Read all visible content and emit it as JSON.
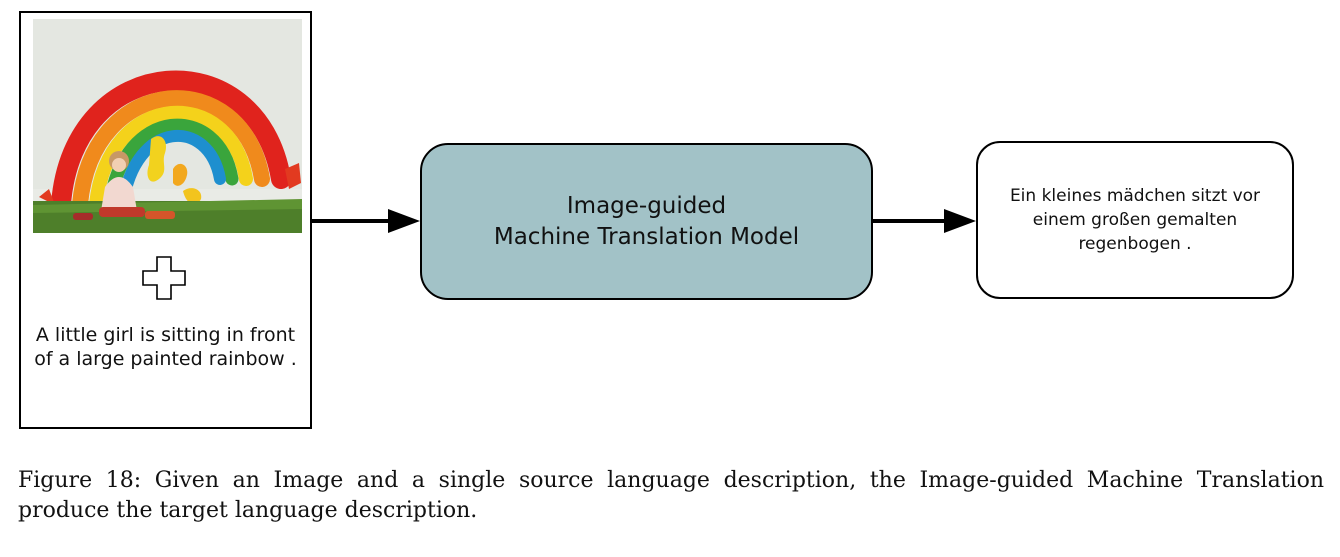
{
  "input": {
    "image_description": "",
    "source_sentence": "A little girl is sitting in front of a large painted rainbow ."
  },
  "model": {
    "line1": "Image-guided",
    "line2": "Machine Translation Model"
  },
  "output": {
    "target_sentence": "Ein kleines mädchen sitzt vor einem großen gemalten regenbogen ."
  },
  "caption": {
    "text": "Figure 18: Given an Image and a single source language description, the Image-guided Machine Translation produce the target language description."
  },
  "colors": {
    "model_fill": "#a2c2c7",
    "stroke": "#000000"
  },
  "icons": {
    "plus": "plus-outline-icon",
    "arrow": "arrow-right-icon"
  }
}
